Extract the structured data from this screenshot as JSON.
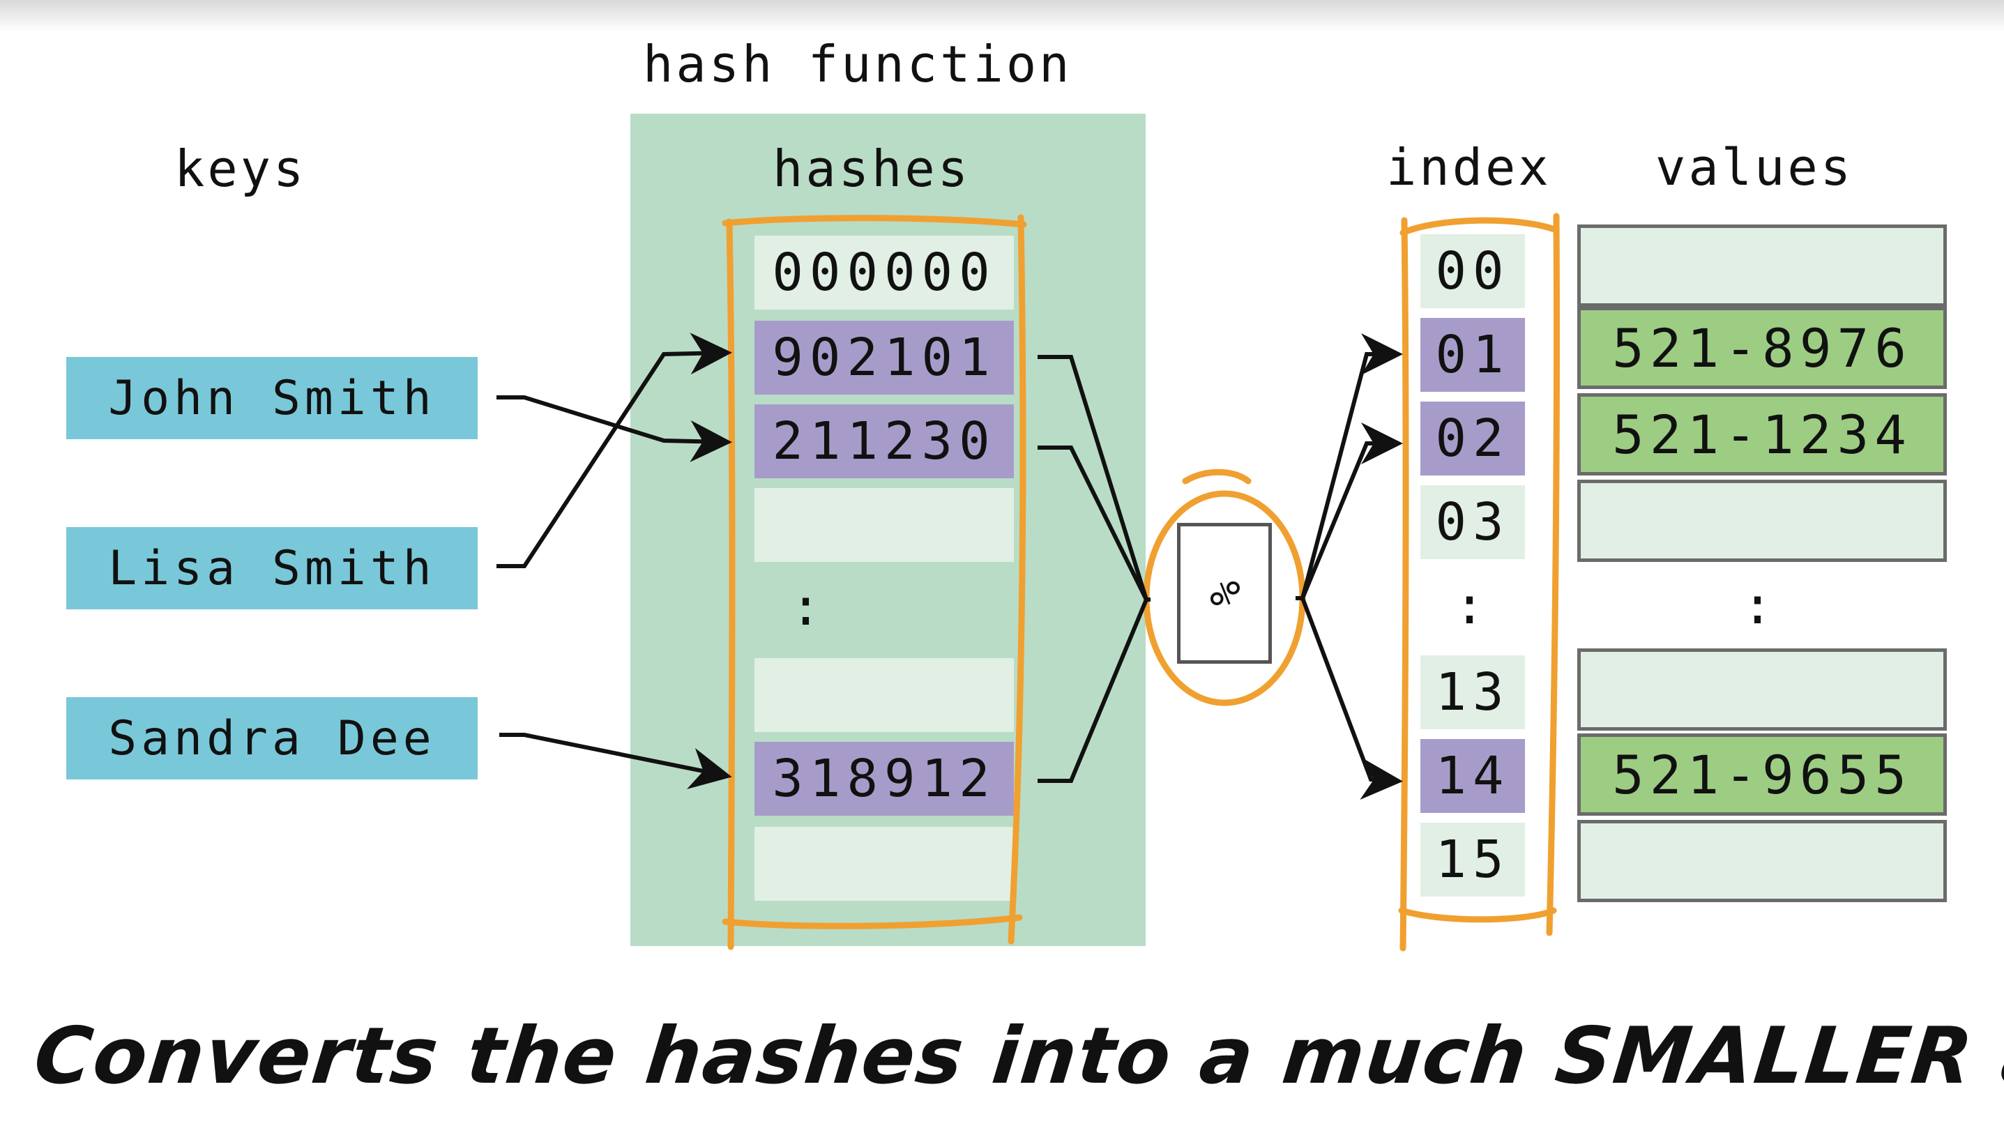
{
  "headings": {
    "hash_function": "hash function",
    "keys": "keys",
    "hashes": "hashes",
    "index": "index",
    "values": "values"
  },
  "keys": [
    "John Smith",
    "Lisa Smith",
    "Sandra Dee"
  ],
  "hashes": [
    "000000",
    "902101",
    "211230",
    "",
    ":",
    "",
    "318912",
    ""
  ],
  "operator": "%",
  "index": [
    "00",
    "01",
    "02",
    "03",
    ":",
    "13",
    "14",
    "15"
  ],
  "values": [
    "",
    "521-8976",
    "521-1234",
    "",
    ":",
    "",
    "521-9655",
    ""
  ],
  "caption": "Converts the hashes into a much SMALLER array",
  "colors": {
    "key_box": "#79c8d9",
    "panel": "#b9dcc6",
    "highlight": "#a79cc9",
    "value_filled": "#9dcd83",
    "outline": "#f0a030"
  }
}
